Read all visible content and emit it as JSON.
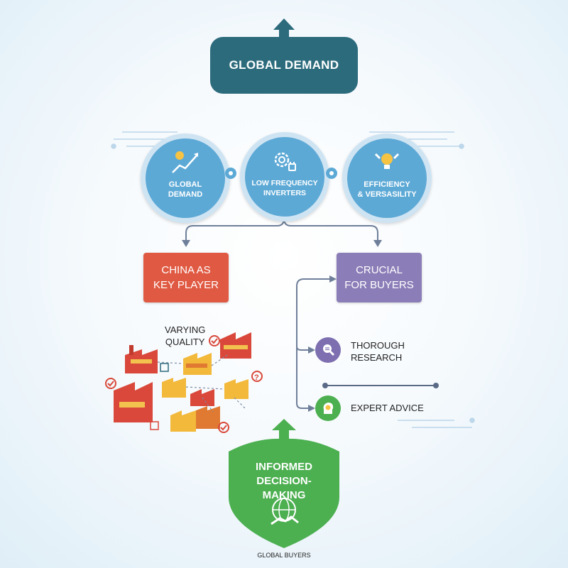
{
  "top": {
    "title": "GLOBAL DEMAND"
  },
  "circles": [
    {
      "label": "GLOBAL\nDEMAND",
      "icon": "growth-chart-icon"
    },
    {
      "label": "LOW FREQUENCY\nINVERTERS",
      "icon": "gear-plug-icon"
    },
    {
      "label": "EFFICIENCY\n& VERSASILITY",
      "icon": "bulb-tools-icon"
    }
  ],
  "boxes": {
    "china": "CHINA AS\nKEY PLAYER",
    "crucial": "CRUCIAL\nFOR BUYERS"
  },
  "varying_quality": "VARYING\nQUALITY",
  "steps": [
    {
      "label": "THOROUGH\nRESEARCH",
      "icon": "magnifier-document-icon"
    },
    {
      "label": "EXPERT ADVICE",
      "icon": "head-lightbulb-icon"
    }
  ],
  "shield": {
    "title": "INFORMED\nDECISION-MAKING",
    "icon": "globe-handshake-icon"
  },
  "bottom_label": "GLOBAL BUYERS",
  "colors": {
    "dark_teal": "#2c6b7c",
    "circle_blue": "#5da9d6",
    "red_box": "#e05a43",
    "purple_box": "#8b7db7",
    "green": "#4caf50",
    "flow_line": "#6f7f9a"
  }
}
